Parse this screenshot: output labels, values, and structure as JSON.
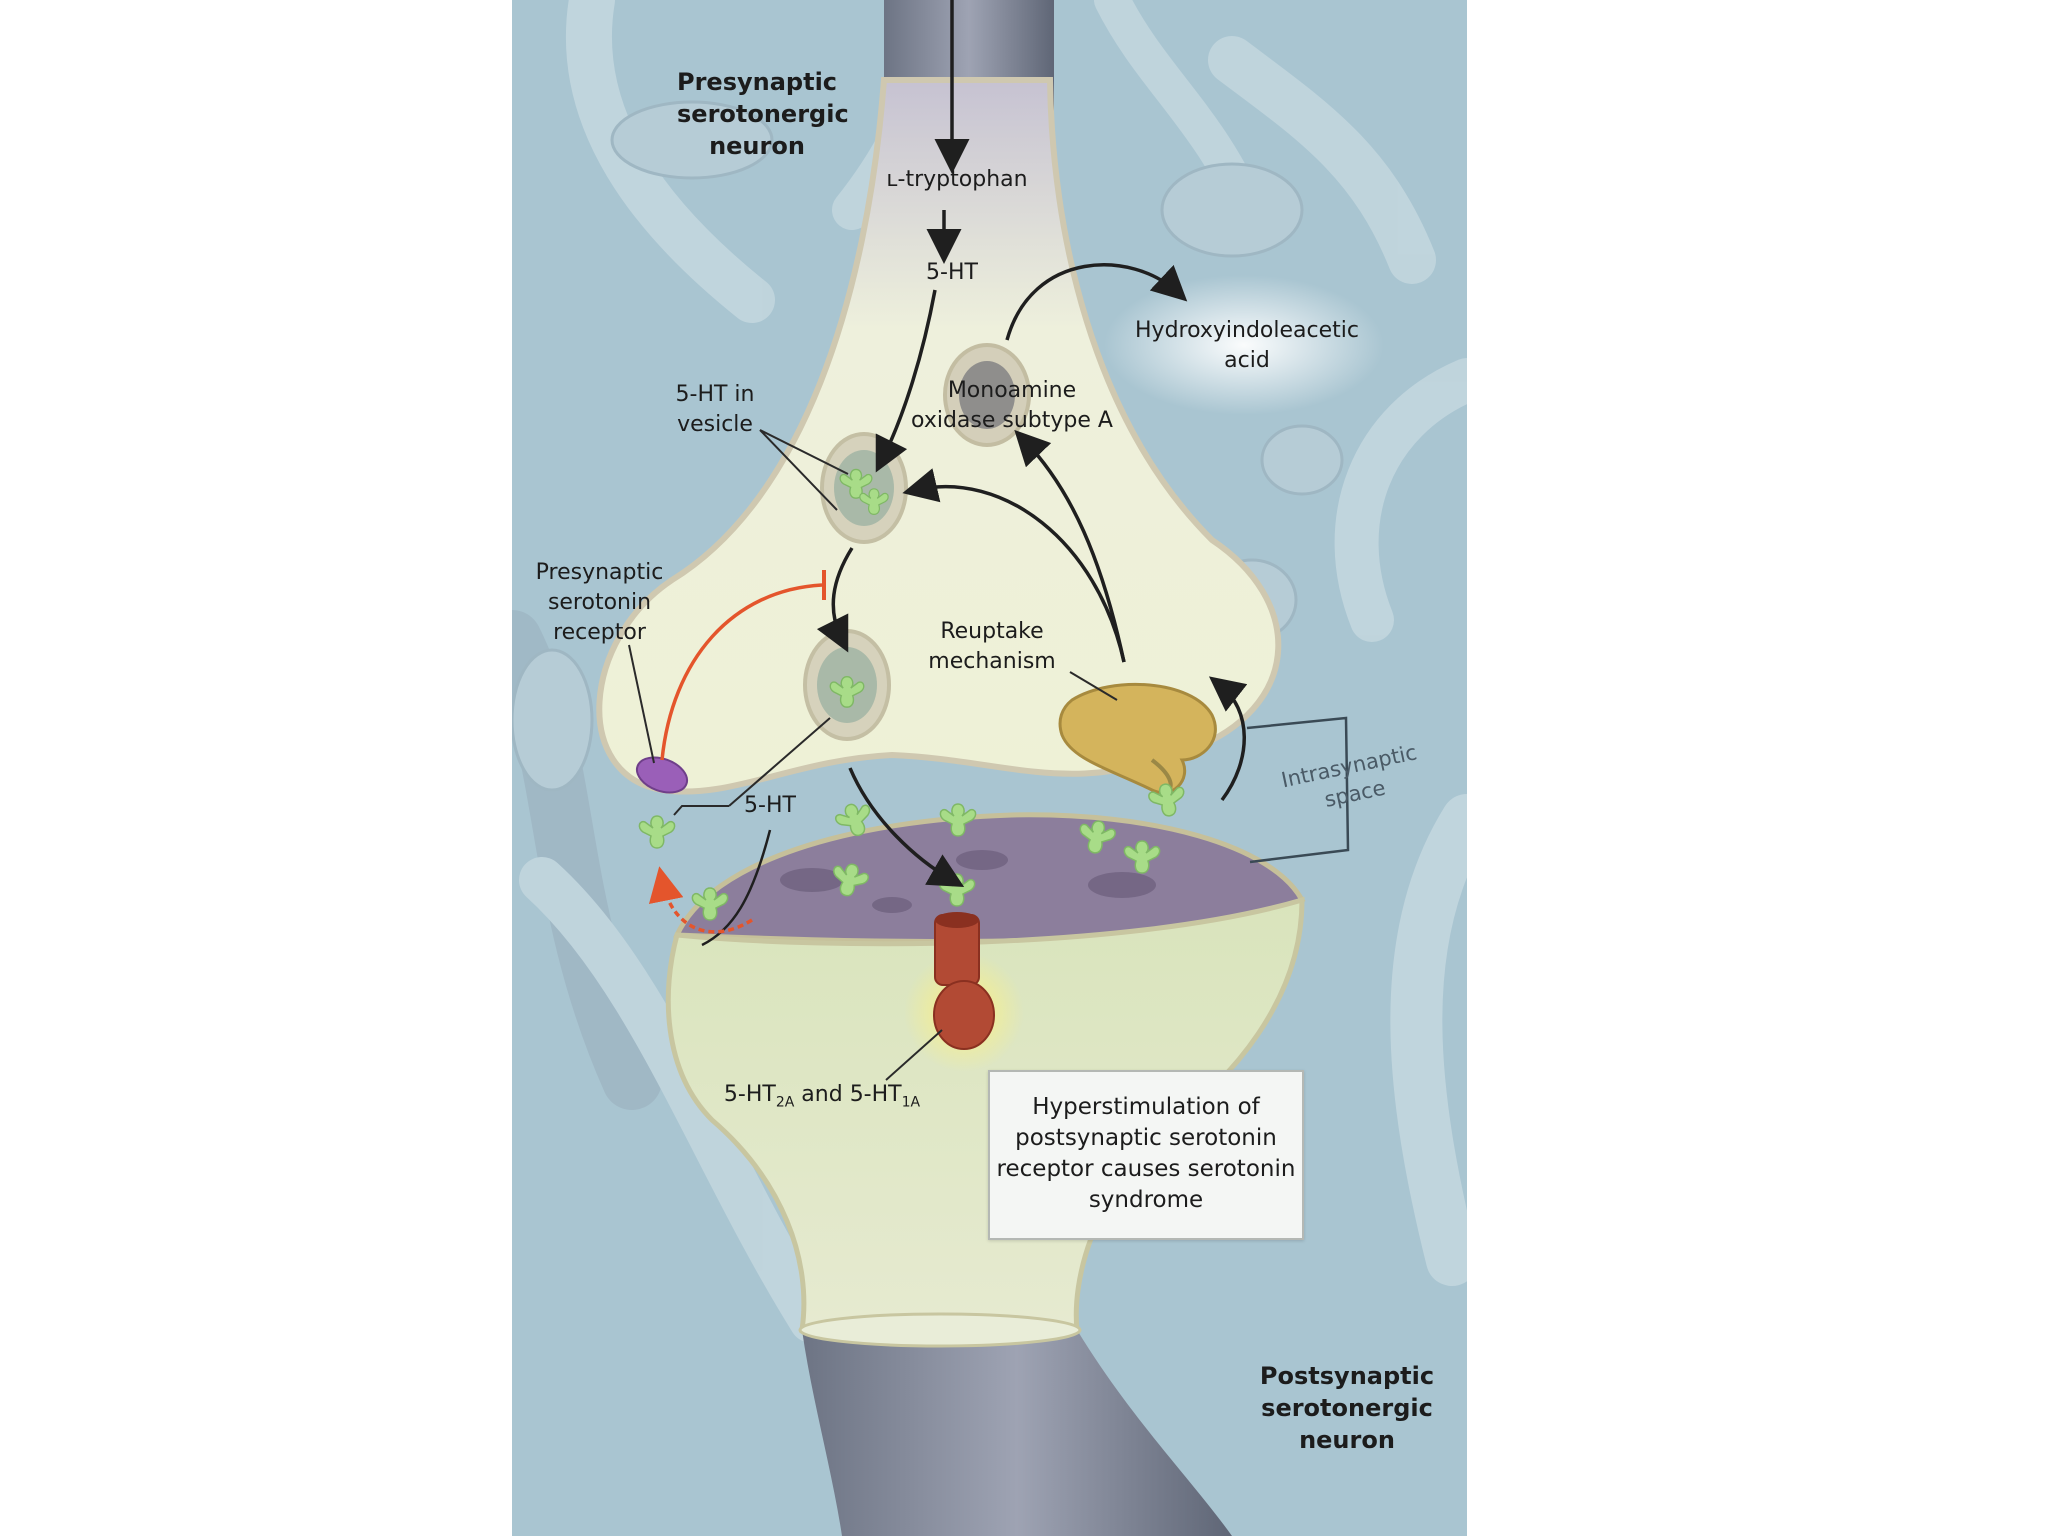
{
  "labels": {
    "presynaptic_neuron": [
      "Presynaptic",
      "serotonergic",
      "neuron"
    ],
    "tryptophan": "ʟ-tryptophan",
    "five_ht_top": "5-HT",
    "hiaa": [
      "Hydroxyindoleacetic",
      "acid"
    ],
    "mao": [
      "Monoamine",
      "oxidase subtype A"
    ],
    "vesicle": [
      "5-HT in",
      "vesicle"
    ],
    "presynaptic_receptor": [
      "Presynaptic",
      "serotonin",
      "receptor"
    ],
    "reuptake": [
      "Reuptake",
      "mechanism"
    ],
    "intrasynaptic": [
      "Intrasynaptic",
      "space"
    ],
    "five_ht_mid": "5-HT",
    "receptors": {
      "prefix1": "5-HT",
      "sub1": "2A",
      "middle": " and 5-HT",
      "sub2": "1A"
    },
    "postsynaptic_neuron": [
      "Postsynaptic",
      "serotonergic",
      "neuron"
    ]
  },
  "note": "Hyperstimulation of postsynaptic serotonin receptor causes serotonin syndrome",
  "colors": {
    "background": "#a9c5d1",
    "presynaptic_terminal": "#eef1d6",
    "synaptic_membrane": "#8c7e9c",
    "postsynaptic_terminal": "#dde8c2",
    "serotonin_molecule": "#a8dc88",
    "reuptake_transporter": "#d4b45c",
    "presynaptic_receptor": "#9a5fb8",
    "postsynaptic_receptor": "#b24a34",
    "inhibition_arrow": "#e4552c"
  }
}
